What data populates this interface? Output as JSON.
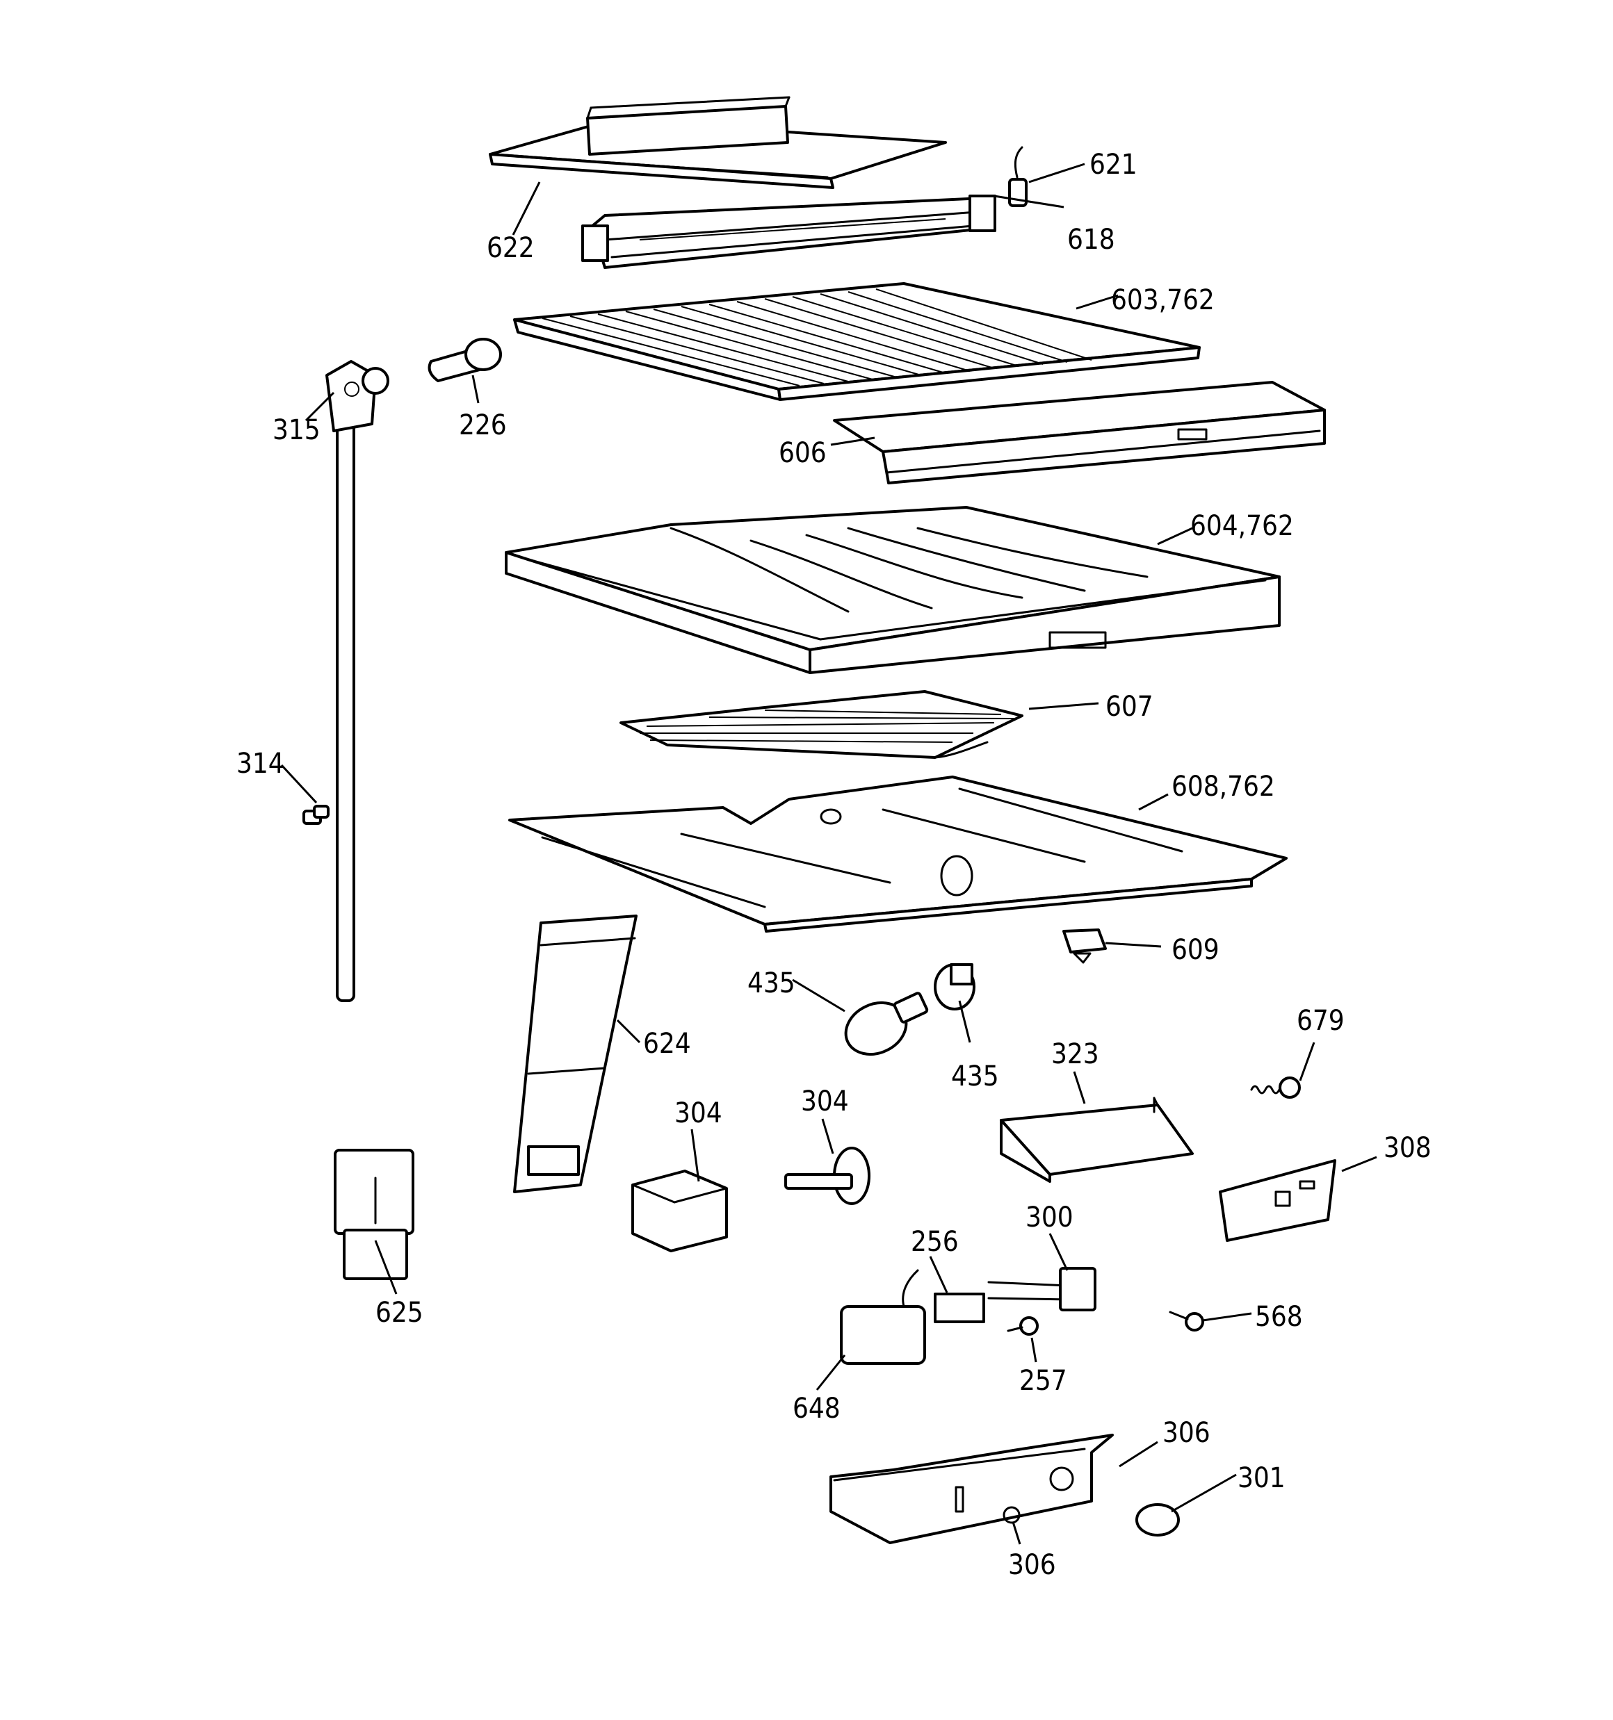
{
  "diagram": {
    "callouts": [
      {
        "id": "c622",
        "text": "622"
      },
      {
        "id": "c621",
        "text": "621"
      },
      {
        "id": "c618",
        "text": "618"
      },
      {
        "id": "c603",
        "text": "603,762"
      },
      {
        "id": "c315",
        "text": "315"
      },
      {
        "id": "c226",
        "text": "226"
      },
      {
        "id": "c606",
        "text": "606"
      },
      {
        "id": "c604",
        "text": "604,762"
      },
      {
        "id": "c607",
        "text": "607"
      },
      {
        "id": "c314",
        "text": "314"
      },
      {
        "id": "c608",
        "text": "608,762"
      },
      {
        "id": "c609",
        "text": "609"
      },
      {
        "id": "c435a",
        "text": "435"
      },
      {
        "id": "c435b",
        "text": "435"
      },
      {
        "id": "c624",
        "text": "624"
      },
      {
        "id": "c679",
        "text": "679"
      },
      {
        "id": "c323",
        "text": "323"
      },
      {
        "id": "c304a",
        "text": "304"
      },
      {
        "id": "c304b",
        "text": "304"
      },
      {
        "id": "c308",
        "text": "308"
      },
      {
        "id": "c625",
        "text": "625"
      },
      {
        "id": "c300",
        "text": "300"
      },
      {
        "id": "c256",
        "text": "256"
      },
      {
        "id": "c568",
        "text": "568"
      },
      {
        "id": "c257",
        "text": "257"
      },
      {
        "id": "c648",
        "text": "648"
      },
      {
        "id": "c306a",
        "text": "306"
      },
      {
        "id": "c301",
        "text": "301"
      },
      {
        "id": "c306b",
        "text": "306"
      }
    ]
  }
}
